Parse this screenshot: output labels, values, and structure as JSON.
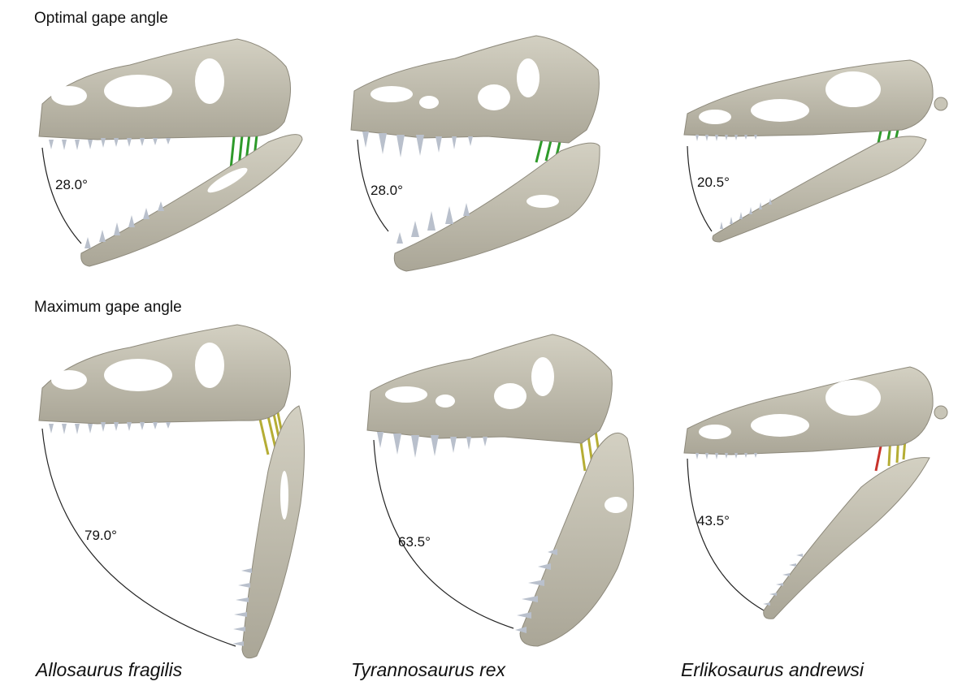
{
  "rows": [
    {
      "title": "Optimal gape angle",
      "muscle_color": "#2e9a2a",
      "angles": [
        "28.0°",
        "28.0°",
        "20.5°"
      ]
    },
    {
      "title": "Maximum gape angle",
      "muscle_color": "#b5ad35",
      "angles": [
        "79.0°",
        "63.5°",
        "43.5°"
      ]
    }
  ],
  "species": [
    "Allosaurus fragilis",
    "Tyrannosaurus rex",
    "Erlikosaurus andrewsi"
  ],
  "colors": {
    "bone": "#c8c5b7",
    "bone_shade": "#a9a597",
    "teeth": "#b9c0cc",
    "arc": "#222222",
    "stretched_muscle": "#c8332b"
  }
}
